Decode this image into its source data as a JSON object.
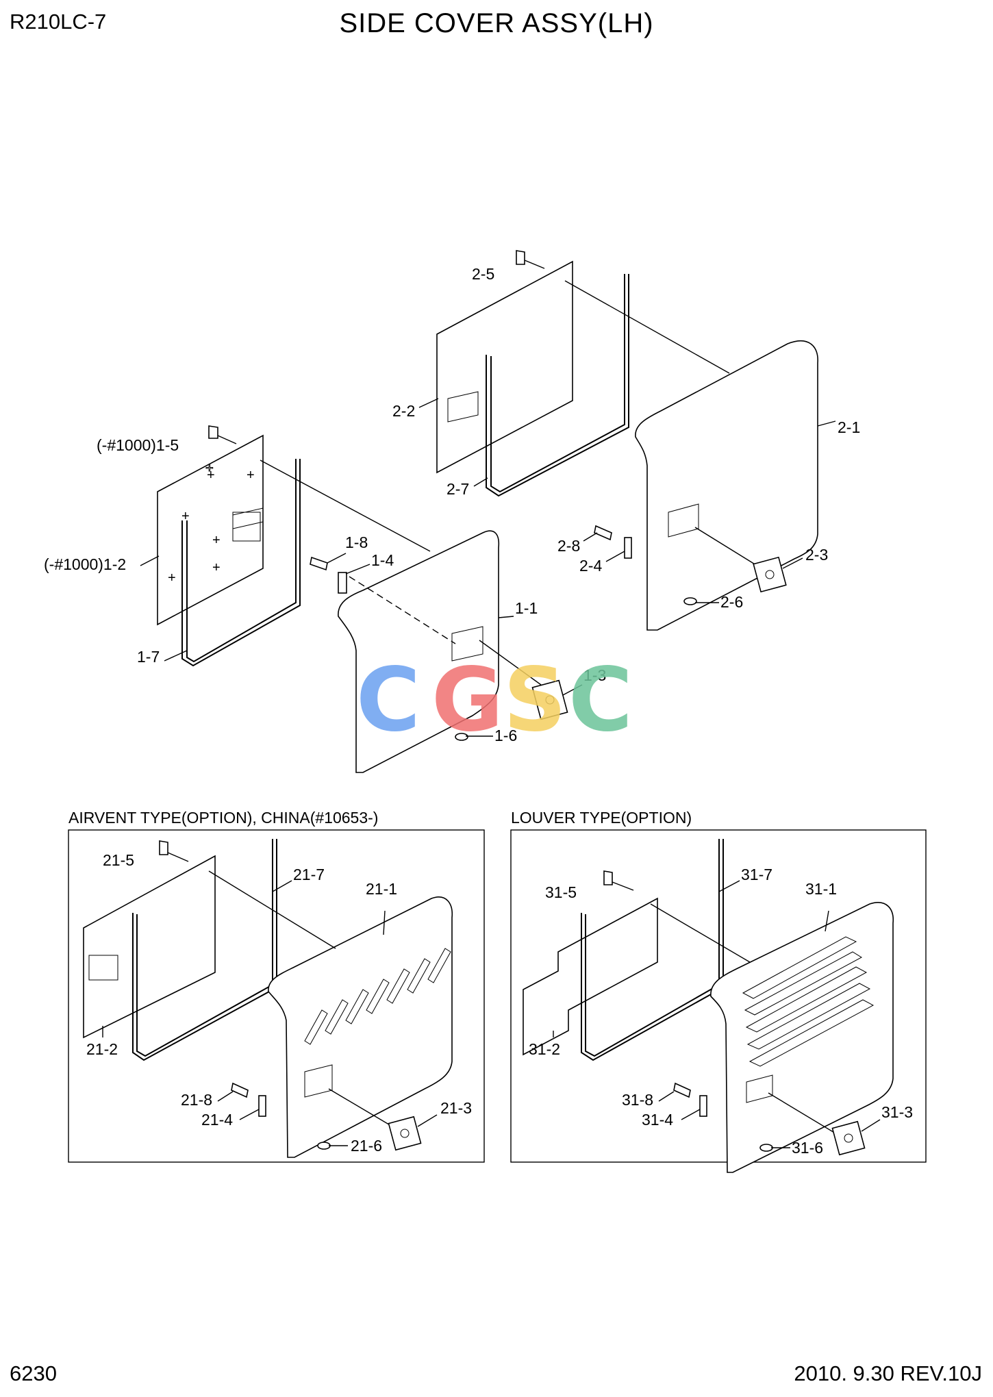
{
  "header": {
    "model": "R210LC-7",
    "title": "SIDE COVER ASSY(LH)"
  },
  "footer": {
    "page_number": "6230",
    "revision": "2010. 9.30 REV.10J"
  },
  "main_assembly": {
    "labels": {
      "p1_1": "1-1",
      "p1_2": "(-#1000)1-2",
      "p1_3": "1-3",
      "p1_4": "1-4",
      "p1_5": "(-#1000)1-5",
      "p1_6": "1-6",
      "p1_7": "1-7",
      "p1_8": "1-8",
      "p2_1": "2-1",
      "p2_2": "2-2",
      "p2_3": "2-3",
      "p2_4": "2-4",
      "p2_5": "2-5",
      "p2_6": "2-6",
      "p2_7": "2-7",
      "p2_8": "2-8"
    }
  },
  "airvent_option": {
    "caption": "AIRVENT TYPE(OPTION), CHINA(#10653-)",
    "labels": {
      "p1": "21-1",
      "p2": "21-2",
      "p3": "21-3",
      "p4": "21-4",
      "p5": "21-5",
      "p6": "21-6",
      "p7": "21-7",
      "p8": "21-8"
    }
  },
  "louver_option": {
    "caption": "LOUVER TYPE(OPTION)",
    "labels": {
      "p1": "31-1",
      "p2": "31-2",
      "p3": "31-3",
      "p4": "31-4",
      "p5": "31-5",
      "p6": "31-6",
      "p7": "31-7",
      "p8": "31-8"
    }
  },
  "watermark": {
    "text": "CGSC",
    "colors": [
      "#6aa0f0",
      "#f07070",
      "#f5d060",
      "#6cc49a"
    ]
  }
}
